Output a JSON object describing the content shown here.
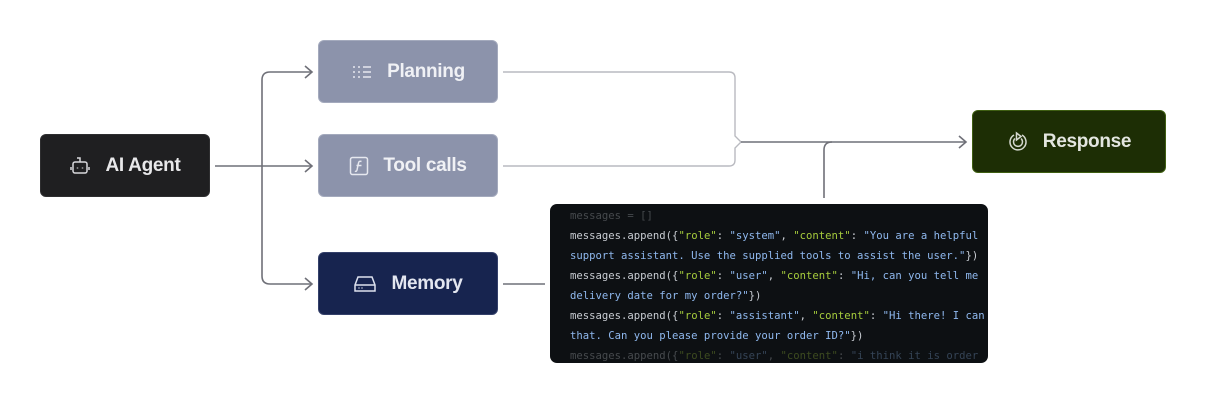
{
  "nodes": {
    "agent": {
      "label": "AI Agent",
      "icon": "robot-icon"
    },
    "planning": {
      "label": "Planning",
      "icon": "list-icon"
    },
    "tools": {
      "label": "Tool calls",
      "icon": "function-icon"
    },
    "memory": {
      "label": "Memory",
      "icon": "hard-drive-icon"
    },
    "response": {
      "label": "Response",
      "icon": "response-play-icon"
    }
  },
  "code": {
    "lines": [
      [
        {
          "t": "messages = []",
          "c": ""
        }
      ],
      [
        {
          "t": "messages.append({",
          "c": ""
        },
        {
          "t": "\"role\"",
          "c": "k"
        },
        {
          "t": ": ",
          "c": ""
        },
        {
          "t": "\"system\"",
          "c": "s"
        },
        {
          "t": ", ",
          "c": ""
        },
        {
          "t": "\"content\"",
          "c": "k"
        },
        {
          "t": ": ",
          "c": ""
        },
        {
          "t": "\"You are a helpful",
          "c": "s"
        }
      ],
      [
        {
          "t": "support assistant. Use the supplied tools to assist the user.\"",
          "c": "s"
        },
        {
          "t": "})",
          "c": ""
        }
      ],
      [
        {
          "t": "messages.append({",
          "c": ""
        },
        {
          "t": "\"role\"",
          "c": "k"
        },
        {
          "t": ": ",
          "c": ""
        },
        {
          "t": "\"user\"",
          "c": "s"
        },
        {
          "t": ", ",
          "c": ""
        },
        {
          "t": "\"content\"",
          "c": "k"
        },
        {
          "t": ": ",
          "c": ""
        },
        {
          "t": "\"Hi, can you tell me",
          "c": "s"
        }
      ],
      [
        {
          "t": "delivery date for my order?\"",
          "c": "s"
        },
        {
          "t": "})",
          "c": ""
        }
      ],
      [
        {
          "t": "messages.append({",
          "c": ""
        },
        {
          "t": "\"role\"",
          "c": "k"
        },
        {
          "t": ": ",
          "c": ""
        },
        {
          "t": "\"assistant\"",
          "c": "s"
        },
        {
          "t": ", ",
          "c": ""
        },
        {
          "t": "\"content\"",
          "c": "k"
        },
        {
          "t": ": ",
          "c": ""
        },
        {
          "t": "\"Hi there! I can",
          "c": "s"
        }
      ],
      [
        {
          "t": "that. Can you please provide your order ID?\"",
          "c": "s"
        },
        {
          "t": "})",
          "c": ""
        }
      ],
      [
        {
          "t": "messages.append({",
          "c": ""
        },
        {
          "t": "\"role\"",
          "c": "k"
        },
        {
          "t": ": ",
          "c": ""
        },
        {
          "t": "\"user\"",
          "c": "s"
        },
        {
          "t": ", ",
          "c": ""
        },
        {
          "t": "\"content\"",
          "c": "k"
        },
        {
          "t": ": ",
          "c": ""
        },
        {
          "t": "\"i think it is order",
          "c": "s"
        }
      ]
    ]
  },
  "colors": {
    "agent": "#1f1f21",
    "planning": "#8c93ab",
    "tools": "#8c93ab",
    "memory": "#17244f",
    "response": "#1d2e05",
    "code_bg": "#0d1013",
    "code_key": "#a6cc3c",
    "code_string": "#8fb8ee"
  }
}
